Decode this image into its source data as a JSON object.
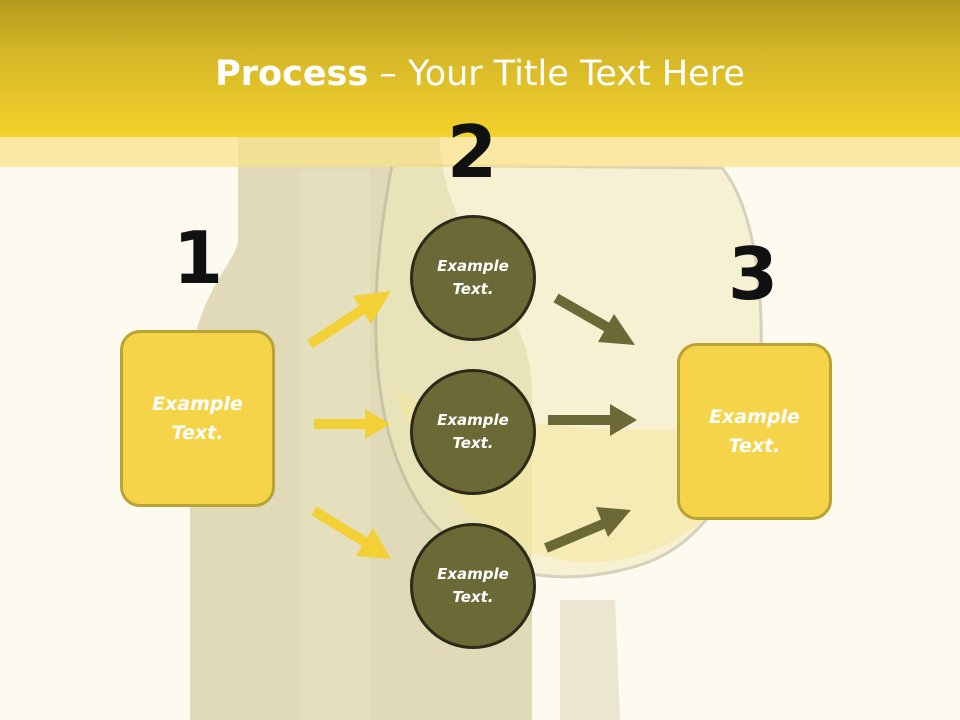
{
  "title": {
    "bold": "Process",
    "rest": " – Your Title Text Here"
  },
  "steps": [
    {
      "number": "1",
      "text": "Example Text."
    },
    {
      "number": "2",
      "nodes": [
        "Example Text.",
        "Example Text.",
        "Example Text."
      ]
    },
    {
      "number": "3",
      "text": "Example Text."
    }
  ],
  "colors": {
    "header": "#f3d22b",
    "box_fill": "#f6d44a",
    "circle_fill": "#6b6a37",
    "yellow_arrow": "#f3d035",
    "olive_arrow": "#6b6a37"
  }
}
